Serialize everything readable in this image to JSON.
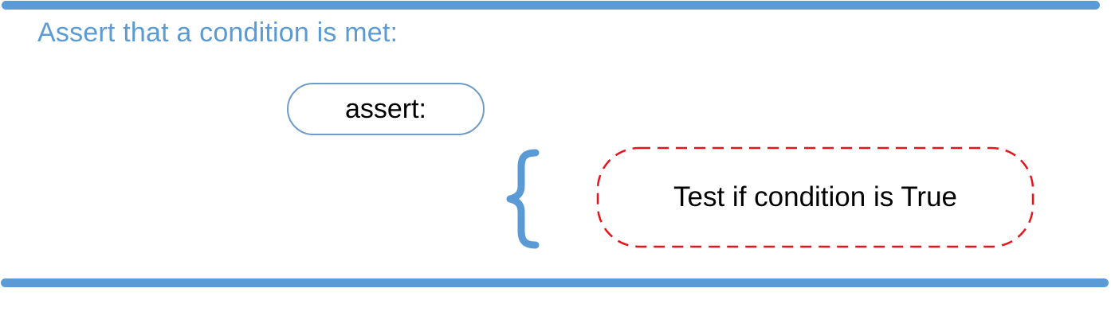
{
  "diagram": {
    "heading": "Assert that a condition is met:",
    "keyword_label": "assert:",
    "condition_label": "Test if condition is True",
    "brace_glyph": "{",
    "colors": {
      "accent_blue": "#5b9bd5",
      "pill_border": "#6f9bc8",
      "dashed_red": "#e8141c",
      "text": "#000000"
    }
  }
}
